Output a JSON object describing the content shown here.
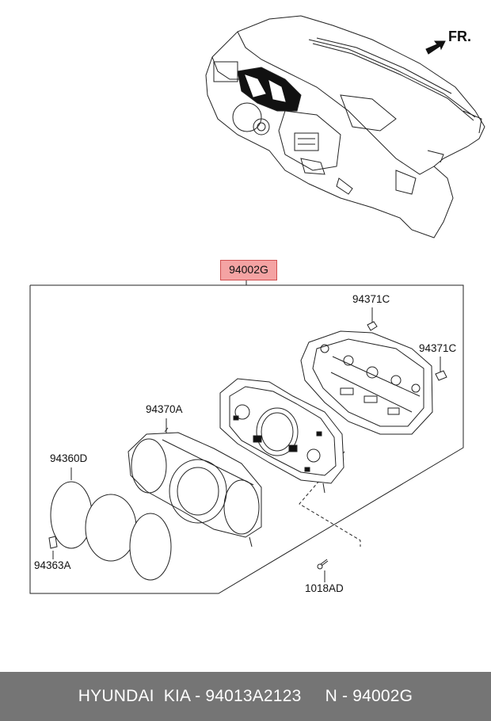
{
  "direction_label": "FR.",
  "callouts": {
    "assembly": "94002G",
    "clip_top": "94371C",
    "clip_right": "94371C",
    "lens": "94370A",
    "glass": "94360D",
    "knob": "94363A",
    "screw": "1018AD"
  },
  "highlight_color": "#f4a3a3",
  "footer": {
    "text": "HYUNDAI  KIA - 94013A2123     N - 94002G"
  }
}
